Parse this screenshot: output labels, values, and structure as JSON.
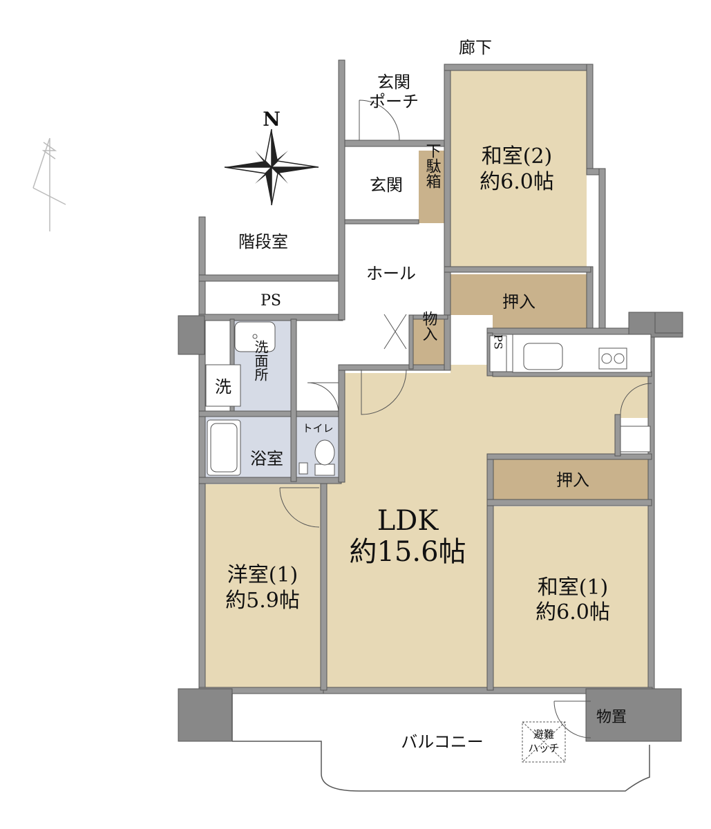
{
  "colors": {
    "room": "#e7d9b6",
    "storage": "#c9b28c",
    "wet_area": "#d6dbe6",
    "wall": "#999999",
    "wall_outline": "#555555",
    "background": "#ffffff"
  },
  "compass": {
    "label": "N"
  },
  "corridor": {
    "label": "廊下"
  },
  "rooms": {
    "porch": {
      "label_1": "玄関",
      "label_2": "ポーチ"
    },
    "entrance": {
      "label": "玄関"
    },
    "shoe_box": {
      "label": "下駄箱"
    },
    "japanese_2": {
      "name": "和室(2)",
      "size": "約6.0帖"
    },
    "closet_2": {
      "label": "押入"
    },
    "stairs": {
      "label": "階段室"
    },
    "hall": {
      "label": "ホール"
    },
    "ps_top": {
      "label": "PS"
    },
    "storage_hall": {
      "label": "物入"
    },
    "ps_kitchen": {
      "label": "PS"
    },
    "washroom": {
      "label": "洗面所"
    },
    "washer": {
      "label": "洗"
    },
    "toilet": {
      "label": "トイレ"
    },
    "bath": {
      "label": "浴室"
    },
    "ldk": {
      "name": "LDK",
      "size": "約15.6帖"
    },
    "closet_1": {
      "label": "押入"
    },
    "western_1": {
      "name": "洋室(1)",
      "size": "約5.9帖"
    },
    "japanese_1": {
      "name": "和室(1)",
      "size": "約6.0帖"
    },
    "storage_balcony": {
      "label": "物置"
    },
    "balcony": {
      "label": "バルコニー"
    },
    "hatch": {
      "label_1": "避難",
      "label_2": "ハッチ"
    }
  }
}
